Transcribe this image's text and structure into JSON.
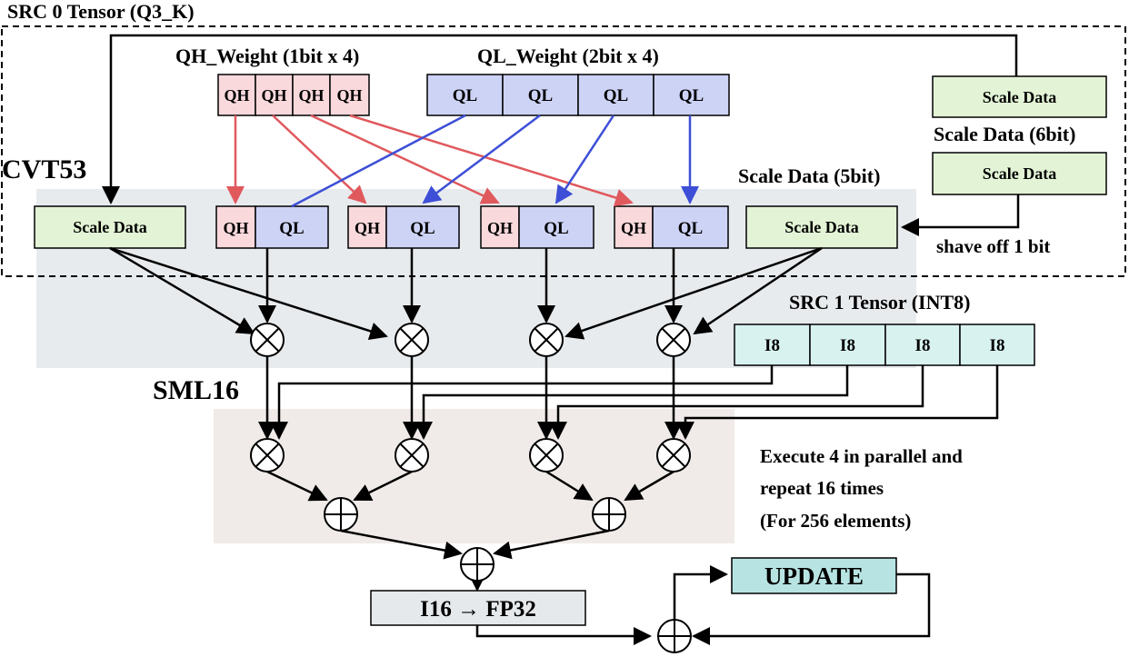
{
  "title": "SRC 0 Tensor (Q3_K)",
  "cvt_label": "CVT53",
  "sml_label": "SML16",
  "qh_header": "QH_Weight (1bit x 4)",
  "ql_header": "QL_Weight (2bit x 4)",
  "qh_cell": "QH",
  "ql_cell": "QL",
  "scale_data": "Scale Data",
  "scale_6bit": "Scale Data (6bit)",
  "scale_5bit": "Scale Data (5bit)",
  "shave_note": "shave off 1 bit",
  "src1_title": "SRC 1 Tensor (INT8)",
  "i8_cell": "I8",
  "execute_note": [
    "Execute 4 in parallel and",
    "repeat 16 times",
    "(For 256 elements)"
  ],
  "convert_label": "I16 → FP32",
  "update_label": "UPDATE",
  "colors": {
    "qh_fill": "#f9d9dc",
    "qh_stroke": "#c0504d",
    "ql_fill": "#cdd3f5",
    "ql_stroke": "#4a55c8",
    "scale_fill": "#e3f4d6",
    "i8_fill": "#d8f2f0",
    "update_fill": "#b7e4e2",
    "convert_fill": "#e6e9ec",
    "cvt_region": "#e8ebee",
    "sml_region": "#f0ebe8",
    "red_arrow": "#e0595d",
    "blue_arrow": "#3d4fd6"
  }
}
